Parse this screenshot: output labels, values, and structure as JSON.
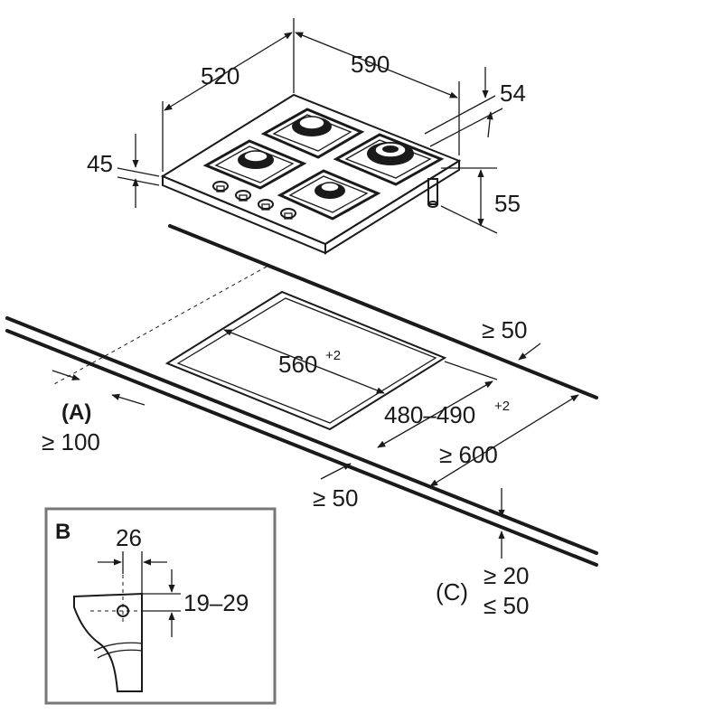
{
  "hob": {
    "depth": "520",
    "width": "590",
    "right_offset": "54",
    "thickness": "45",
    "gas_pipe": "55"
  },
  "cutout": {
    "width": "560",
    "width_tol": "+2",
    "depth": "480–490",
    "depth_tol": "+2"
  },
  "clearances": {
    "rear": "≥ 50",
    "front_to_wall": "≥ 600",
    "front": "≥ 50",
    "a_label": "(A)",
    "a_value": "≥ 100",
    "c_label": "(C)",
    "c_min": "≥ 20",
    "c_max": "≤ 50"
  },
  "detail_b": {
    "label": "B",
    "width": "26",
    "height": "19–29"
  },
  "colors": {
    "line": "#1a1a1a",
    "frame": "#777777",
    "background": "#ffffff"
  }
}
